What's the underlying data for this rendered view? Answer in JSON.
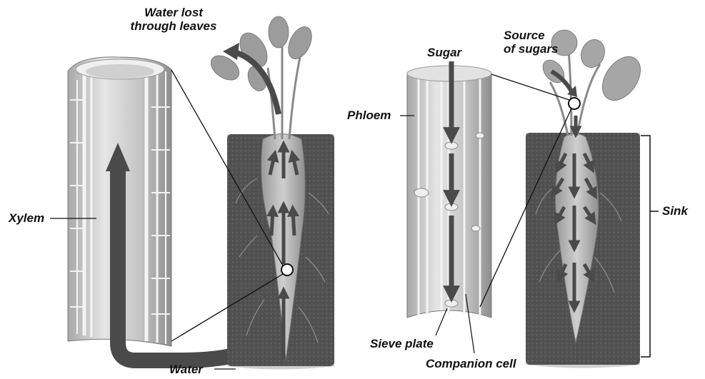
{
  "xylem_panel": {
    "water_lost_label": [
      "Water lost",
      "through leaves"
    ],
    "xylem_label": "Xylem",
    "water_label": "Water"
  },
  "phloem_panel": {
    "sugar_label": "Sugar",
    "source_label": [
      "Source",
      "of sugars"
    ],
    "phloem_label": "Phloem",
    "sink_label": "Sink",
    "sieve_plate_label": "Sieve plate",
    "companion_cell_label": "Companion cell"
  },
  "colors": {
    "arrow": "#4a4a4a",
    "soil": "#3a3a3a",
    "carrot": "#b9b9b9",
    "leaf": "#9c9c9c",
    "tube": "#d2d2d2",
    "wall": "#f2f2f2"
  }
}
